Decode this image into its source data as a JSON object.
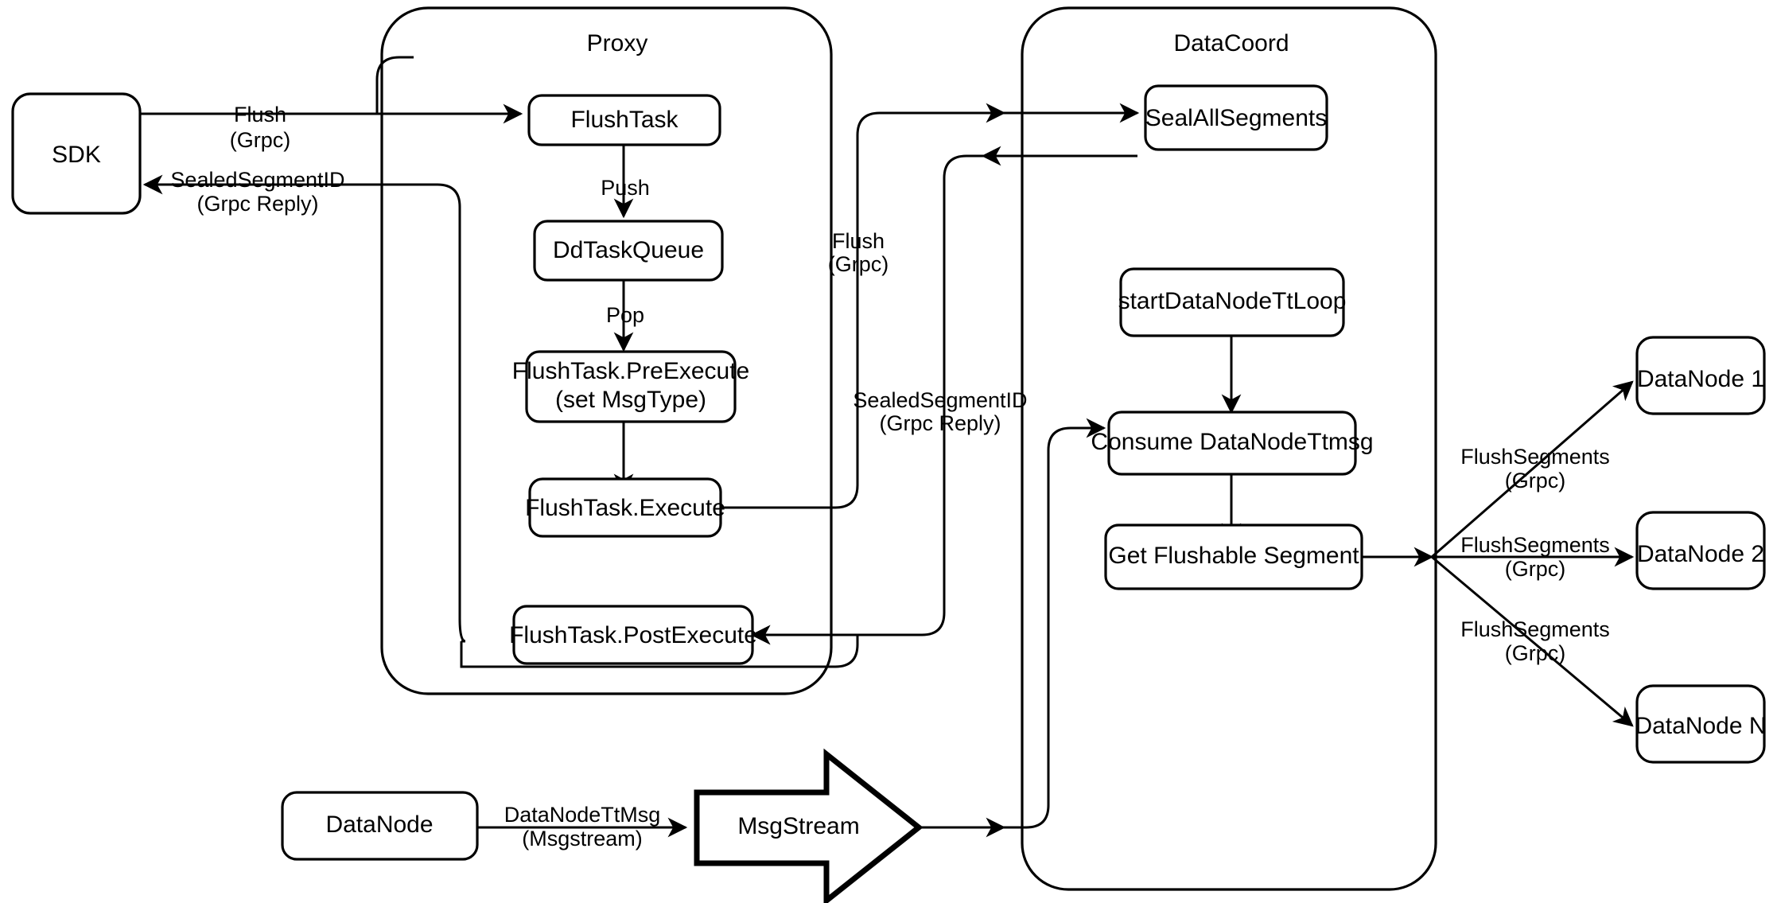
{
  "diagram": {
    "title": "Milvus Flush Sequence Architecture",
    "background_color": "#ffffff",
    "line_color": "#000000",
    "node_fill": "#ffffff"
  },
  "containers": [
    {
      "id": "proxy",
      "title": "Proxy"
    },
    {
      "id": "datacoord",
      "title": "DataCoord"
    }
  ],
  "nodes": {
    "sdk": {
      "label": "SDK"
    },
    "flush_task": {
      "label": "FlushTask"
    },
    "dd_task_queue": {
      "label": "DdTaskQueue"
    },
    "pre_execute_l1": {
      "label": "FlushTask.PreExecute"
    },
    "pre_execute_l2": {
      "label": "(set MsgType)"
    },
    "execute": {
      "label": "FlushTask.Execute"
    },
    "post_execute": {
      "label": "FlushTask.PostExecute"
    },
    "seal_all": {
      "label": "SealAllSegments"
    },
    "tt_loop": {
      "label": "startDataNodeTtLoop"
    },
    "consume_tt": {
      "label": "Consume DataNodeTtmsg"
    },
    "get_flushable": {
      "label": "Get Flushable Segment"
    },
    "datanode_src": {
      "label": "DataNode"
    },
    "msgstream": {
      "label": "MsgStream"
    },
    "datanode_1": {
      "label": "DataNode 1"
    },
    "datanode_2": {
      "label": "DataNode 2"
    },
    "datanode_n": {
      "label": "DataNode N"
    }
  },
  "edge_labels": {
    "sdk_flush_l1": "Flush",
    "sdk_flush_l2": "(Grpc)",
    "sdk_reply_l1": "SealedSegmentID",
    "sdk_reply_l2": "(Grpc Reply)",
    "push": "Push",
    "pop": "Pop",
    "proxy_flush_l1": "Flush",
    "proxy_flush_l2": "(Grpc)",
    "proxy_reply_l1": "SealedSegmentID",
    "proxy_reply_l2": "(Grpc Reply)",
    "ttmsg_l1": "DataNodeTtMsg",
    "ttmsg_l2": "(Msgstream)",
    "flushseg1_l1": "FlushSegments",
    "flushseg1_l2": "(Grpc)",
    "flushseg2_l1": "FlushSegments",
    "flushseg2_l2": "(Grpc)",
    "flushsegn_l1": "FlushSegments",
    "flushsegn_l2": "(Grpc)"
  }
}
